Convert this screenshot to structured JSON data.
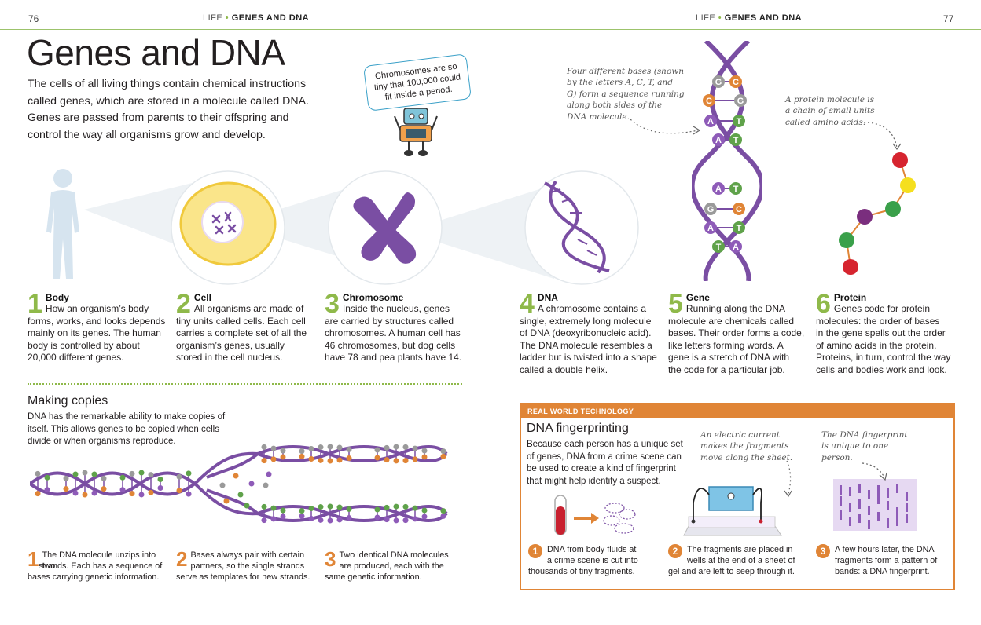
{
  "header": {
    "left_page_number": "76",
    "right_page_number": "77",
    "section": "LIFE",
    "left_title": "GENES AND DNA",
    "right_title": "GENES AND DNA"
  },
  "title": "Genes and DNA",
  "intro": {
    "line1": "The cells of all living things contain chemical instructions",
    "line2": "called genes, which are stored in a molecule called DNA.",
    "line3": "Genes are passed from parents to their offspring and",
    "line4": "control the way all organisms grow and develop."
  },
  "robot_bubble": {
    "line1": "Chromosomes are so",
    "line2": "tiny that 100,000 could",
    "line3": "fit inside a period."
  },
  "annotations": {
    "bases": {
      "line1": "Four different bases (shown",
      "line2": "by the letters A, C, T, and",
      "line3": "G) form a sequence running",
      "line4": "along both sides of the",
      "line5": "DNA molecule."
    },
    "protein": {
      "line1": "A protein molecule is",
      "line2": "a chain of small units",
      "line3": "called amino acids."
    }
  },
  "helix_pairs": [
    [
      "G",
      "C"
    ],
    [
      "C",
      "G"
    ],
    [
      "A",
      "T"
    ],
    [
      "A",
      "T"
    ],
    [
      "A",
      "T"
    ],
    [
      "G",
      "C"
    ],
    [
      "A",
      "T"
    ],
    [
      "T",
      "A"
    ]
  ],
  "steps": [
    {
      "num": "1",
      "head": "Body",
      "l1": "How an organism’s body",
      "l2": "forms, works, and looks depends",
      "l3": "mainly on its genes. The human",
      "l4": "body is controlled by about",
      "l5": "20,000 different genes.",
      "l6": ""
    },
    {
      "num": "2",
      "head": "Cell",
      "l1": "All organisms are made of",
      "l2": "tiny units called cells. Each cell",
      "l3": "carries a complete set of all the",
      "l4": "organism’s genes, usually",
      "l5": "stored in the cell nucleus.",
      "l6": ""
    },
    {
      "num": "3",
      "head": "Chromosome",
      "l1": "Inside the nucleus, genes",
      "l2": "are carried by structures called",
      "l3": "chromosomes. A human cell has",
      "l4": "46 chromosomes, but dog cells",
      "l5": "have 78 and pea plants have 14.",
      "l6": ""
    },
    {
      "num": "4",
      "head": "DNA",
      "l1": "A chromosome contains a",
      "l2": "single, extremely long molecule",
      "l3": "of DNA (deoxyribonucleic acid).",
      "l4": "The DNA molecule resembles a",
      "l5": "ladder but is twisted into a shape",
      "l6": "called a double helix."
    },
    {
      "num": "5",
      "head": "Gene",
      "l1": "Running along the DNA",
      "l2": "molecule are chemicals called",
      "l3": "bases. Their order forms a code,",
      "l4": "like letters forming words. A",
      "l5": "gene is a stretch of DNA with",
      "l6": "the code for a particular job."
    },
    {
      "num": "6",
      "head": "Protein",
      "l1": "Genes code for protein",
      "l2": "molecules: the order of bases",
      "l3": "in the gene spells out the order",
      "l4": "of amino acids in the protein.",
      "l5": "Proteins, in turn, control the way",
      "l6": "cells and bodies work and look."
    }
  ],
  "making_copies": {
    "heading": "Making copies",
    "l1": "DNA has the remarkable ability to make copies of",
    "l2": "itself. This allows genes to be copied when cells",
    "l3": "divide or when organisms reproduce.",
    "steps": [
      {
        "num": "1",
        "l1": "The DNA molecule unzips into two",
        "l2": "strands. Each has a sequence of",
        "l3": "bases carrying genetic information."
      },
      {
        "num": "2",
        "l1": "Bases always pair with certain",
        "l2": "partners, so the single strands",
        "l3": "serve as templates for new strands."
      },
      {
        "num": "3",
        "l1": "Two identical DNA molecules",
        "l2": "are produced, each with the",
        "l3": "same genetic information."
      }
    ]
  },
  "fingerprinting": {
    "bar": "REAL WORLD TECHNOLOGY",
    "heading": "DNA fingerprinting",
    "l1": "Because each person has a unique set",
    "l2": "of genes, DNA from a crime scene can",
    "l3": "be used to create a kind of fingerprint",
    "l4": "that might help identify a suspect.",
    "anno_current": {
      "l1": "An electric current",
      "l2": "makes the fragments",
      "l3": "move along the sheet."
    },
    "anno_unique": {
      "l1": "The DNA fingerprint",
      "l2": "is unique to one",
      "l3": "person."
    },
    "steps": [
      {
        "num": "1",
        "l1": "DNA from body fluids at",
        "l2": "a crime scene is cut into",
        "l3": "thousands of tiny fragments."
      },
      {
        "num": "2",
        "l1": "The fragments are placed in",
        "l2": "wells at the end of a sheet of",
        "l3": "gel and are left to seep through it."
      },
      {
        "num": "3",
        "l1": "A few hours later, the DNA",
        "l2": "fragments form a pattern of",
        "l3": "bands: a DNA fingerprint."
      }
    ]
  },
  "colors": {
    "green": "#8fb94a",
    "orange": "#e08536",
    "purple": "#7a4ea3",
    "base_grey": "#9a9a9a",
    "base_orange": "#e08536",
    "base_green": "#5fa24a",
    "base_purple": "#8e5bb8"
  }
}
